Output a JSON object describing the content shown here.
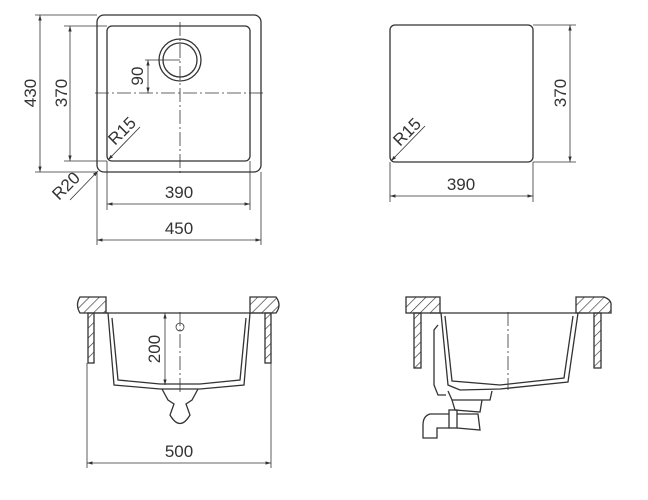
{
  "top_left_view": {
    "overall_height": "430",
    "bowl_height": "370",
    "drain_offset": "90",
    "inner_radius": "R15",
    "outer_radius": "R20",
    "bowl_width": "390",
    "overall_width": "450"
  },
  "top_right_view": {
    "bowl_height": "370",
    "bowl_width": "390",
    "inner_radius": "R15"
  },
  "bottom_left_view": {
    "bowl_depth": "200",
    "cabinet_width": "500"
  },
  "colors": {
    "line": "#333333",
    "background": "#ffffff"
  }
}
